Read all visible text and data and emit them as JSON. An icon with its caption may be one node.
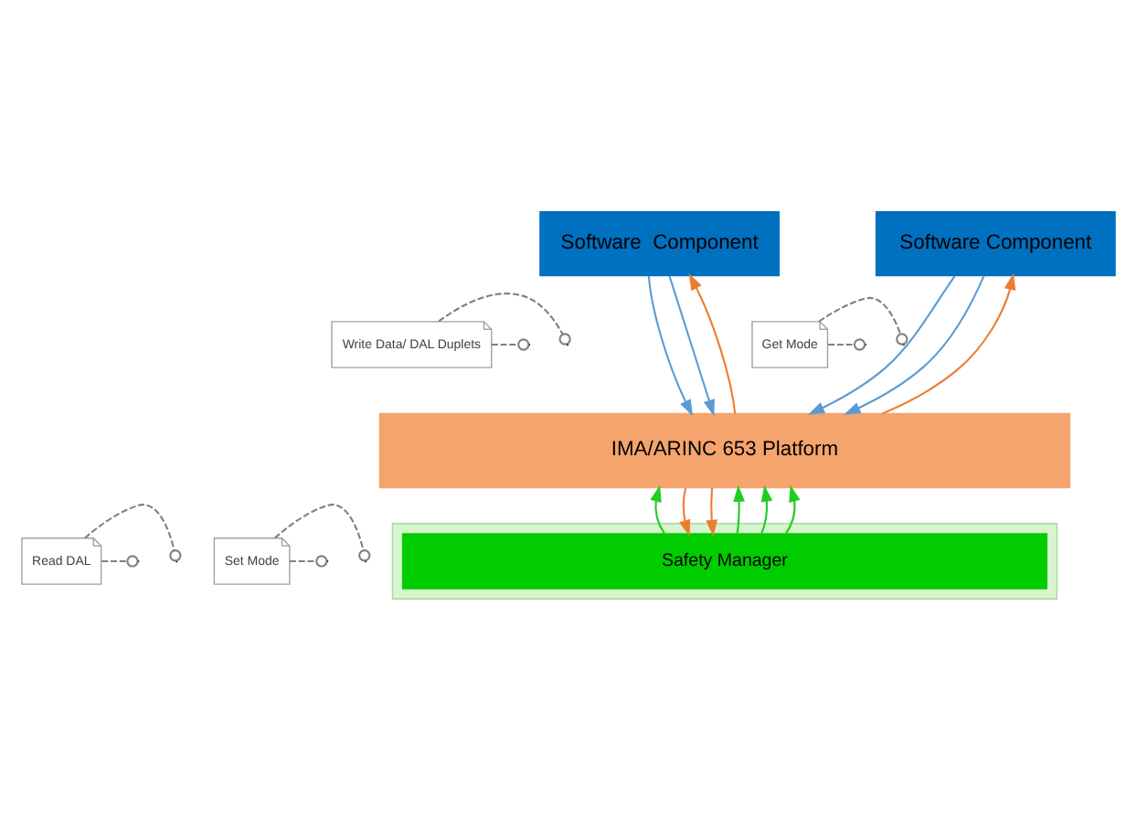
{
  "diagram": {
    "nodes": [
      {
        "text": [
          "Software  Component"
        ]
      },
      {
        "text": [
          "Software Component"
        ]
      },
      {
        "text": [
          "Write Data/ DAL Duplets"
        ]
      },
      {
        "text": [
          "Get Mode"
        ]
      },
      {
        "text": [
          "IMA/ARINC 653 Platform"
        ]
      },
      {
        "text": [
          "Read DAL"
        ]
      },
      {
        "text": [
          "Set Mode"
        ]
      },
      {
        "text": [],
        "shape": "box"
      },
      {
        "text": [
          "Safety Manager"
        ],
        "in": 7
      }
    ],
    "edges": [
      {
        "from": 0,
        "to": 4,
        "arrow": "to",
        "color": "#5b9bd5"
      },
      {
        "from": 1,
        "to": 4,
        "arrow": "to",
        "color": "#5b9bd5"
      },
      {
        "from": 1,
        "to": 4,
        "arrow": "to",
        "color": "#5b9bd5"
      },
      {
        "from": 0,
        "to": 4,
        "arrow": "to",
        "color": "#5b9bd5"
      },
      {
        "from": 4,
        "to": 1,
        "arrow": "to",
        "color": "#ed7d31"
      },
      {
        "from": 4,
        "to": 0,
        "arrow": "to",
        "color": "#ed7d31"
      },
      {
        "from": 4,
        "to": 8,
        "arrow": "to",
        "color": "#ed7d31"
      },
      {
        "from": 4,
        "to": 8,
        "arrow": "to",
        "color": "#ed7d31"
      },
      {
        "from": 8,
        "to": 4,
        "arrow": "to",
        "color": "#22cc22"
      },
      {
        "from": 8,
        "to": 4,
        "arrow": "to",
        "color": "#22cc22"
      },
      {
        "from": 8,
        "to": 4,
        "arrow": "to",
        "color": "#22cc22"
      },
      {
        "from": 8,
        "to": 4,
        "arrow": "to",
        "color": "#22cc22"
      },
      {
        "from": 2,
        "to": null,
        "arrow": "other",
        "style": "dashed"
      },
      {
        "from": 2,
        "to": null,
        "arrow": "other",
        "style": "dashed"
      },
      {
        "from": 3,
        "to": null,
        "arrow": "other",
        "style": "dashed"
      },
      {
        "from": 3,
        "to": null,
        "arrow": "other",
        "style": "dashed"
      },
      {
        "from": 5,
        "to": null,
        "arrow": "other",
        "style": "dashed"
      },
      {
        "from": 5,
        "to": null,
        "arrow": "other",
        "style": "dashed"
      },
      {
        "from": 6,
        "to": null,
        "arrow": "other",
        "style": "dashed"
      },
      {
        "from": 6,
        "to": null,
        "arrow": "other",
        "style": "dashed"
      }
    ]
  }
}
